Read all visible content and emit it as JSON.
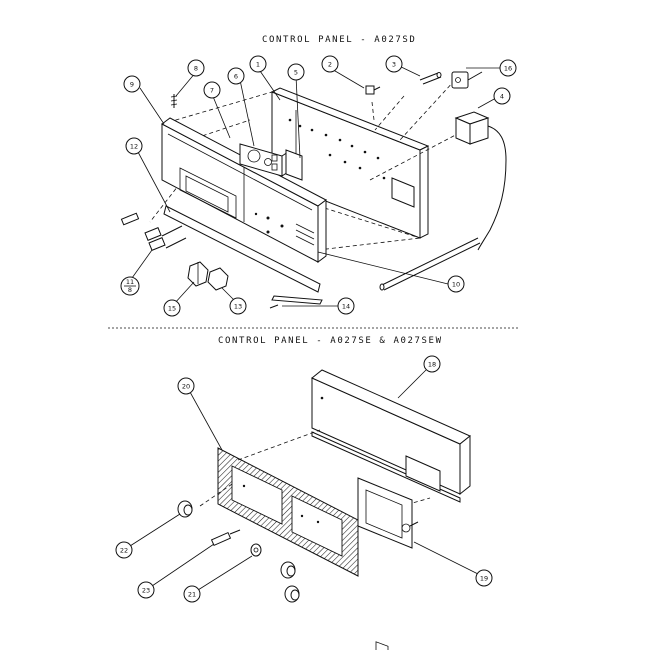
{
  "titles": {
    "top": "CONTROL PANEL - A027SD",
    "bottom": "CONTROL PANEL - A027SE & A027SEW"
  },
  "callouts": {
    "c1": "1",
    "c2": "2",
    "c3": "3",
    "c4": "4",
    "c5": "5",
    "c6": "6",
    "c7": "7",
    "c8": "8",
    "c9": "9",
    "c10": "10",
    "c11_num": "11",
    "c11_den": "8",
    "c12": "12",
    "c13": "13",
    "c14": "14",
    "c15": "15",
    "c16": "16",
    "c18": "18",
    "c19": "19",
    "c20": "20",
    "c21": "21",
    "c22": "22",
    "c23": "23"
  }
}
